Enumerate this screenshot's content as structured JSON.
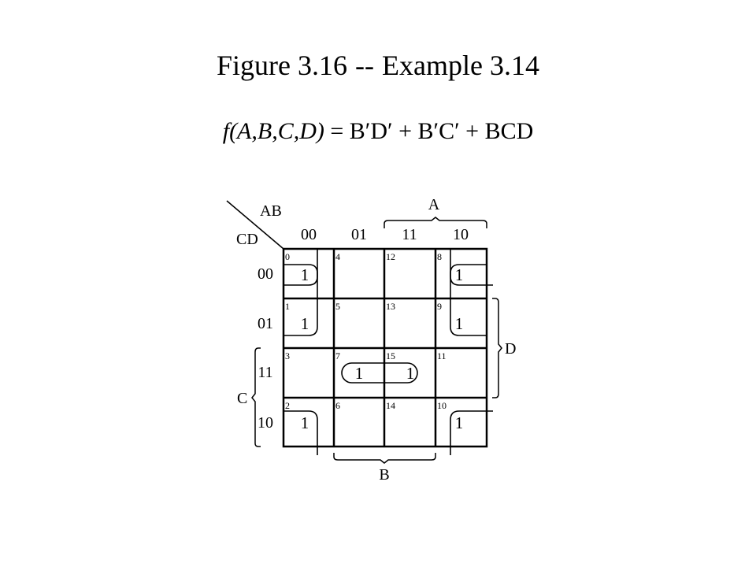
{
  "title": {
    "figure": "Figure 3.16",
    "separator": "--",
    "example": "Example 3.14"
  },
  "equation": {
    "lhs": "f(A,B,C,D)",
    "rhs": " = B′D′ + B′C′ + BCD"
  },
  "kmap": {
    "row_var": "CD",
    "col_var": "AB",
    "col_headers": [
      "00",
      "01",
      "11",
      "10"
    ],
    "row_headers": [
      "00",
      "01",
      "11",
      "10"
    ],
    "cell_indices": [
      [
        "0",
        "4",
        "12",
        "8"
      ],
      [
        "1",
        "5",
        "13",
        "9"
      ],
      [
        "3",
        "7",
        "15",
        "11"
      ],
      [
        "2",
        "6",
        "14",
        "10"
      ]
    ],
    "cells": [
      [
        "1",
        "",
        "",
        "1"
      ],
      [
        "1",
        "",
        "",
        "1"
      ],
      [
        "",
        "1",
        "1",
        ""
      ],
      [
        "1",
        "",
        "",
        "1"
      ]
    ],
    "brace_labels": {
      "A": "A",
      "B": "B",
      "C": "C",
      "D": "D"
    }
  }
}
